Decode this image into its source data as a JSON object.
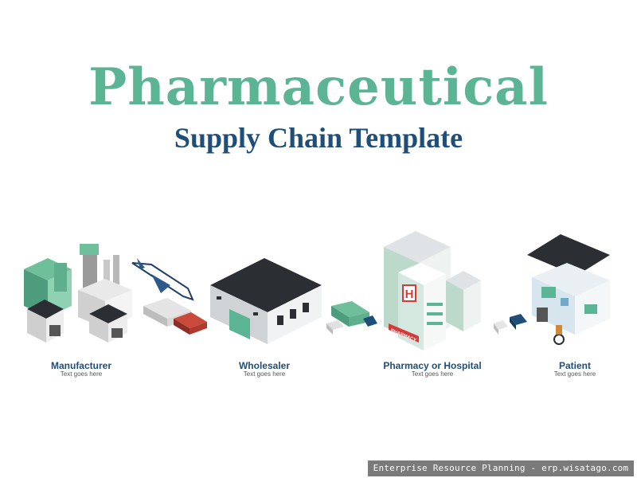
{
  "header": {
    "title": "Pharmaceutical",
    "subtitle": "Supply Chain Template"
  },
  "stages": [
    {
      "label": "Manufacturer",
      "sub": "Text goes here"
    },
    {
      "label": "Wholesaler",
      "sub": "Text goes here"
    },
    {
      "label": "Pharmacy or Hospital",
      "sub": "Text goes here"
    },
    {
      "label": "Patient",
      "sub": "Text goes here"
    }
  ],
  "hospital_signs": {
    "h": "H",
    "pharmacy": "PHARMACY"
  },
  "watermark": "Enterprise Resource Planning - erp.wisatago.com",
  "colors": {
    "title": "#5bb594",
    "subtitle": "#1f4e79",
    "accent_green": "#5bb594",
    "roof_dark": "#2b2f33",
    "hospital_red": "#d33a3a"
  }
}
